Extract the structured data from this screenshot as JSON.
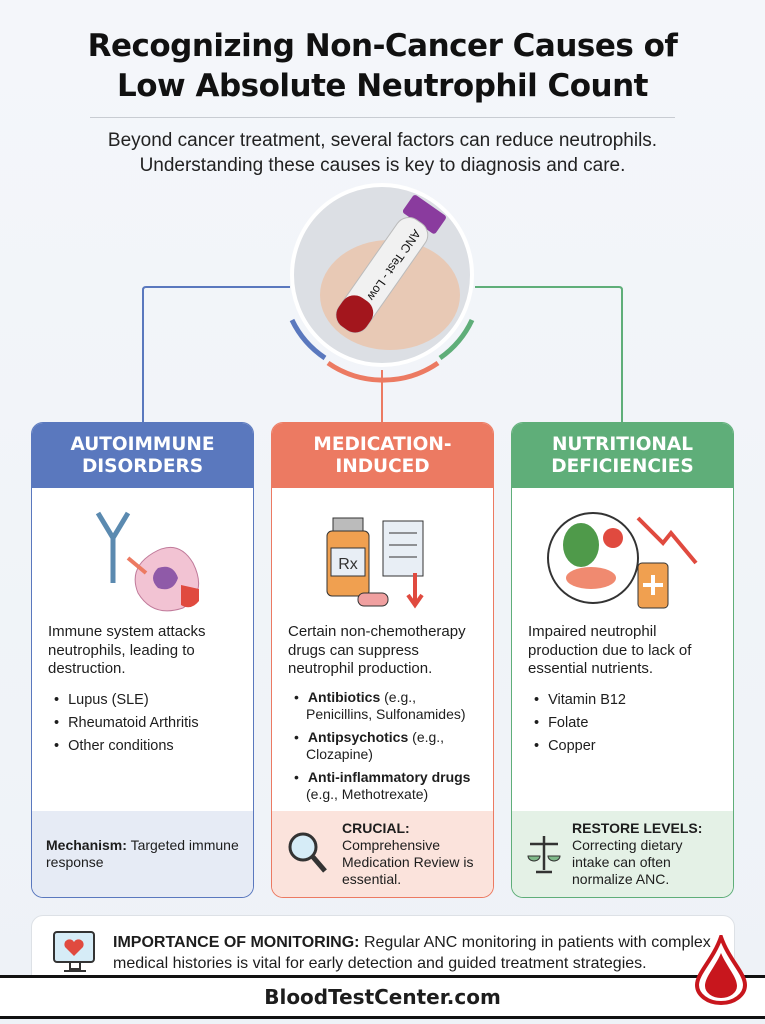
{
  "title": [
    "Recognizing Non-Cancer Causes of",
    "Low Absolute Neutrophil Count"
  ],
  "subtitle": [
    "Beyond cancer treatment, several factors can reduce neutrophils.",
    "Understanding these causes is key to diagnosis and care."
  ],
  "photo_label": "ANC Test - Low",
  "colors": {
    "autoimmune": "#5a78be",
    "medication": "#ec7a62",
    "nutritional": "#5fae79"
  },
  "cards": [
    {
      "title": "AUTOIMMUNE DISORDERS",
      "description": "Immune system attacks neutrophils, leading to destruction.",
      "items": [
        "Lupus (SLE)",
        "Rheumatoid Arthritis",
        "Other conditions"
      ],
      "footer_bold": "Mechanism:",
      "footer_text": "Targeted immune response"
    },
    {
      "title": "MEDICATION-INDUCED",
      "description": "Certain non-chemotherapy drugs can suppress neutrophil production.",
      "items": [
        {
          "bold": "Antibiotics",
          "text": "(e.g., Penicillins, Sulfonamides)"
        },
        {
          "bold": "Antipsychotics",
          "text": "(e.g., Clozapine)"
        },
        {
          "bold": "Anti-inflammatory drugs",
          "text": "(e.g., Methotrexate)"
        }
      ],
      "footer_bold": "CRUCIAL:",
      "footer_text": "Comprehensive Medication Review is essential."
    },
    {
      "title": "NUTRITIONAL DEFICIENCIES",
      "description": "Impaired neutrophil production due to lack of essential nutrients.",
      "items": [
        "Vitamin B12",
        "Folate",
        "Copper"
      ],
      "footer_bold": "RESTORE LEVELS:",
      "footer_text": "Correcting dietary intake can often normalize ANC."
    }
  ],
  "monitoring": {
    "bold": "IMPORTANCE OF MONITORING:",
    "text": "Regular ANC monitoring in patients with complex medical histories is vital for early detection and guided treatment strategies."
  },
  "footer": "BloodTestCenter.com"
}
